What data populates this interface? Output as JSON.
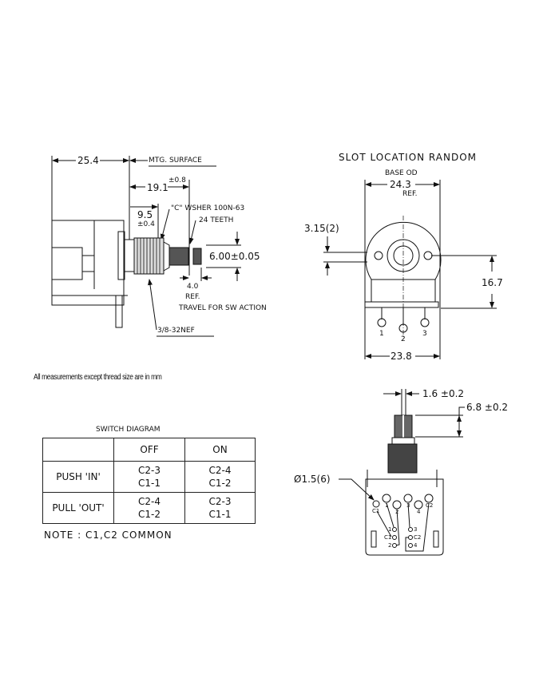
{
  "side_view": {
    "overall_length": "25.4",
    "mounting_surface": "MTG. SURFACE",
    "shaft_length": "19.1",
    "shaft_length_tol": "±0.8",
    "bushing_length": "9.5",
    "bushing_length_tol": "±0.4",
    "washer_note": "\"C\" WSHER 100N-63",
    "teeth_note": "24 TEETH",
    "shaft_diameter": "6.00±0.05",
    "travel": "4.0",
    "travel_ref": "REF.",
    "travel_note": "TRAVEL FOR SW ACTION",
    "thread": "3/8-32NEF"
  },
  "front_view": {
    "title": "SLOT LOCATION RANDOM",
    "base_od_label": "BASE OD",
    "base_od": "24.3",
    "base_od_ref": "REF.",
    "slot": "3.15(2)",
    "height": "16.7",
    "width": "23.8",
    "terminals": [
      "1",
      "2",
      "3"
    ]
  },
  "switch_view": {
    "slot_width": "1.6 ±0.2",
    "knurl_length": "6.8 ±0.2",
    "hole": "Ø1.5(6)",
    "top_pins": [
      "C1",
      "1",
      "2",
      "3",
      "4",
      "C2"
    ],
    "bottom_pins": [
      "1",
      "C1",
      "2",
      "3",
      "C2",
      "4"
    ]
  },
  "measurement_note": "All measurements except thread size are in mm",
  "switch_diagram": {
    "title": "SWITCH DIAGRAM",
    "columns": [
      "",
      "OFF",
      "ON"
    ],
    "rows": [
      {
        "label": "PUSH 'IN'",
        "off": [
          "C2-3",
          "C1-1"
        ],
        "on": [
          "C2-4",
          "C1-2"
        ]
      },
      {
        "label": "PULL 'OUT'",
        "off": [
          "C2-4",
          "C1-2"
        ],
        "on": [
          "C2-3",
          "C1-1"
        ]
      }
    ],
    "note": "NOTE : C1,C2 COMMON"
  }
}
